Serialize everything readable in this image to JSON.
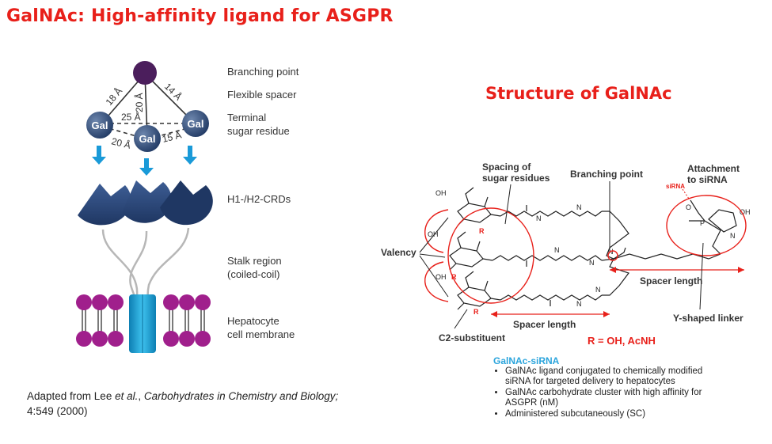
{
  "title": "GalNAc: High-affinity ligand for ASGPR",
  "left_diagram": {
    "labels": {
      "branching_point": "Branching point",
      "flexible_spacer": "Flexible spacer",
      "terminal_sugar": "Terminal\nsugar residue",
      "crds": "H1-/H2-CRDs",
      "stalk": "Stalk region\n(coiled-coil)",
      "membrane": "Hepatocyte\ncell membrane"
    },
    "distances": {
      "left_arm": "18 Å",
      "middle_arm": "20 Å",
      "right_arm": "14 Å",
      "top_span": "25 Å",
      "bottom_left": "20 Å",
      "bottom_right": "15 Å"
    },
    "sugar_label": "Gal"
  },
  "caption": {
    "prefix": "Adapted from Lee ",
    "etal": "et al.",
    "comma": ", ",
    "journal": "Carbohydrates in Chemistry and Biology;",
    "ref": " 4:549 (2000)"
  },
  "structure": {
    "heading": "Structure of GalNAc",
    "labels": {
      "spacing": "Spacing of\nsugar residues",
      "branching": "Branching point",
      "attachment": "Attachment\nto siRNA",
      "valency": "Valency",
      "spacer1": "Spacer length",
      "spacer2": "Spacer length",
      "yshaped": "Y-shaped linker",
      "c2": "C2-substituent",
      "sirna_tag": "siRNA",
      "r_label": "R",
      "oh": "OH",
      "n": "N",
      "o": "O",
      "p": "P",
      "nh": "N",
      "h": "H"
    },
    "r_note": "R = OH, AcNH"
  },
  "info": {
    "heading": "GalNAc-siRNA",
    "bullets": [
      "GalNAc ligand conjugated to chemically modified siRNA for targeted delivery to hepatocytes",
      "GalNAc carbohydrate cluster with high affinity for ASGPR (nM)",
      "Administered subcutaneously (SC)"
    ]
  },
  "colors": {
    "title_red": "#e8201a",
    "purple": "#4b1e5c",
    "gal_navy": "#2c4a78",
    "arrow_blue": "#1a9ad8",
    "membrane_magenta": "#a01f8c",
    "channel_cyan": "#1aa0d0",
    "info_blue": "#2aa4dc"
  }
}
